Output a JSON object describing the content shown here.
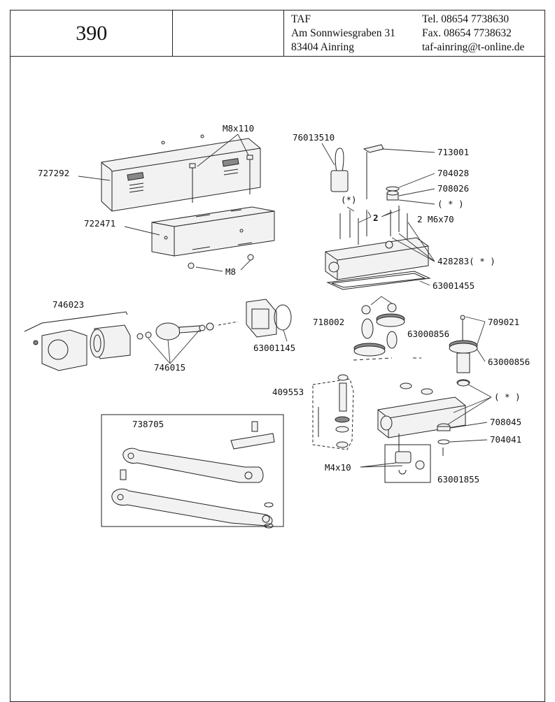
{
  "header": {
    "part_number": "390",
    "company": "TAF",
    "street": "Am Sonnwiesgraben 31",
    "city": "83404 Ainring",
    "tel": "Tel.  08654 7738630",
    "fax": "Fax.  08654 7738632",
    "email": "taf-ainring@t-online.de"
  },
  "labels": {
    "l_727292": "727292",
    "l_m8x110": "M8x110",
    "l_722471": "722471",
    "l_m8": "M8",
    "l_76013510": "76013510",
    "l_713001": "713001",
    "l_704028": "704028",
    "l_708026": "708026",
    "l_star1": "( * )",
    "l_star_small": "(*)",
    "l_two": "2",
    "l_2m6x70": "2 M6x70",
    "l_428283": "428283( * )",
    "l_63001455": "63001455",
    "l_746023": "746023",
    "l_63001145": "63001145",
    "l_746015": "746015",
    "l_718002": "718002",
    "l_63000856a": "63000856",
    "l_709021": "709021",
    "l_63000856b": "63000856",
    "l_409553": "409553",
    "l_star2": "( * )",
    "l_738705": "738705",
    "l_708045": "708045",
    "l_704041": "704041",
    "l_m4x10": "M4x10",
    "l_63001855": "63001855"
  }
}
